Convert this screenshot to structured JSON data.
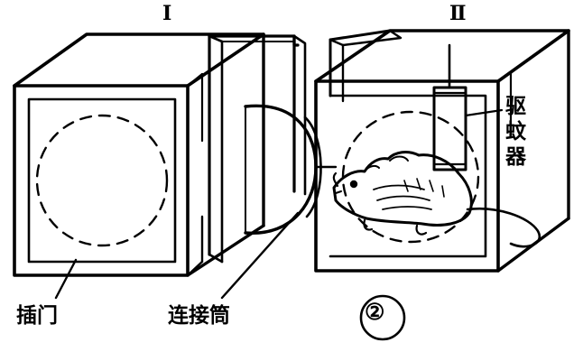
{
  "figure": {
    "caption_number": "②",
    "labels": {
      "chamber_one": "Ⅰ",
      "chamber_two": "Ⅱ",
      "repellent_device": "驱\n蚊\n器",
      "sliding_door": "插门",
      "connector_tube": "连接筒"
    },
    "colors": {
      "ink": "#000000",
      "paper": "#ffffff"
    },
    "elements": [
      "left-box-chamber-1",
      "right-box-chamber-2",
      "connector-tube",
      "sliding-door-panel",
      "mosquito-repellent-cylinder",
      "mouse-illustration",
      "dashed-circle-left",
      "dashed-circle-right",
      "leader-line-sliding-door",
      "leader-line-connector",
      "leader-line-repellent"
    ]
  }
}
